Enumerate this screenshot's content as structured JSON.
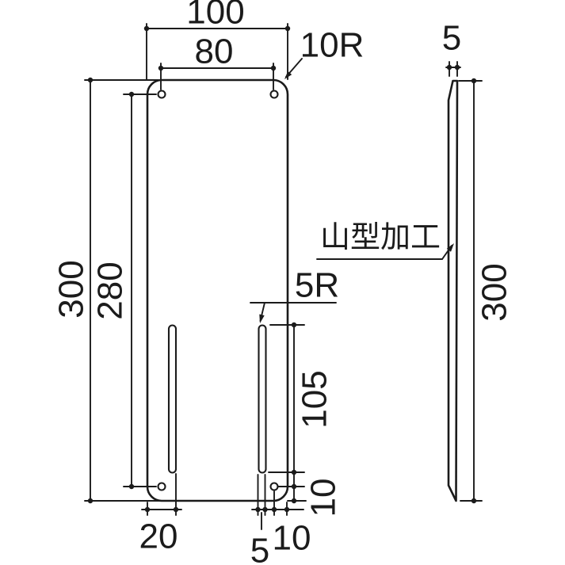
{
  "drawing": {
    "front_view": {
      "outer_width": "100",
      "hole_pitch_h": "80",
      "corner_radius": "10R",
      "outer_height": "300",
      "hole_pitch_v": "280",
      "slot_radius": "5R",
      "slot_length": "105",
      "hole_bottom_offset": "10",
      "slot_edge_distance": "20",
      "slot_width": "5",
      "hole_edge_distance": "10"
    },
    "side_view": {
      "thickness": "5",
      "height": "300",
      "process_note": "山型加工"
    }
  }
}
